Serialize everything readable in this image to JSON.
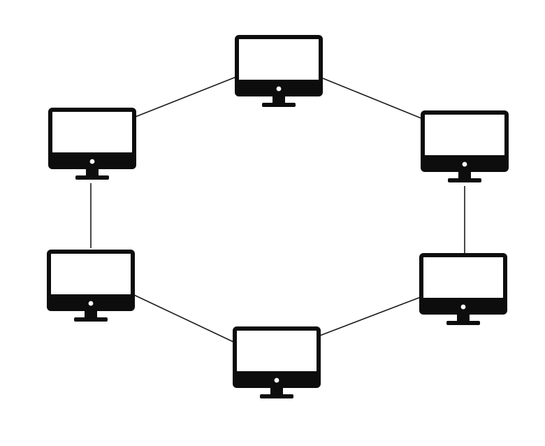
{
  "diagram": {
    "type": "ring-network-topology",
    "colors": {
      "background": "#ffffff",
      "device": "#0d0d0d",
      "screen": "#ffffff",
      "link": "#1a1a1a"
    },
    "nodes": [
      {
        "id": "top",
        "icon": "desktop-monitor-icon"
      },
      {
        "id": "upper-right",
        "icon": "desktop-monitor-icon"
      },
      {
        "id": "lower-right",
        "icon": "desktop-monitor-icon"
      },
      {
        "id": "bottom",
        "icon": "desktop-monitor-icon"
      },
      {
        "id": "lower-left",
        "icon": "desktop-monitor-icon"
      },
      {
        "id": "upper-left",
        "icon": "desktop-monitor-icon"
      }
    ],
    "links": [
      {
        "from": "top",
        "to": "upper-right"
      },
      {
        "from": "upper-right",
        "to": "lower-right"
      },
      {
        "from": "lower-right",
        "to": "bottom"
      },
      {
        "from": "bottom",
        "to": "lower-left"
      },
      {
        "from": "lower-left",
        "to": "upper-left"
      },
      {
        "from": "upper-left",
        "to": "top"
      }
    ]
  }
}
